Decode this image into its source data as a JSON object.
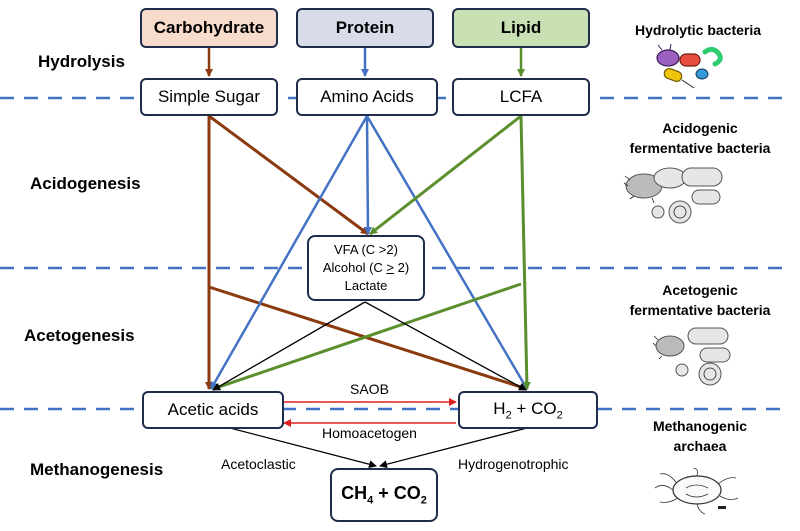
{
  "stages": {
    "hydrolysis": "Hydrolysis",
    "acidogenesis": "Acidogenesis",
    "acetogenesis": "Acetogenesis",
    "methanogenesis": "Methanogenesis"
  },
  "sources": {
    "carbohydrate": "Carbohydrate",
    "protein": "Protein",
    "lipid": "Lipid"
  },
  "monomers": {
    "simple_sugar": "Simple Sugar",
    "amino_acids": "Amino Acids",
    "lcfa": "LCFA"
  },
  "intermediates": {
    "vfa": "VFA (C >2)",
    "alcohol_prefix": "Alcohol (C ",
    "alcohol_op": ">",
    "alcohol_suffix": " 2)",
    "lactate": "Lactate"
  },
  "products": {
    "acetic_acids": "Acetic acids",
    "h2": "H",
    "h2_sub": "2",
    "plus_co2": " + CO",
    "co2_sub": "2",
    "ch4": "CH",
    "ch4_sub": "4",
    "ch4_plus_co2": " + CO",
    "ch4_co2_sub": "2"
  },
  "edge_labels": {
    "saob": "SAOB",
    "homoacetogen": "Homoacetogen",
    "acetoclastic": "Acetoclastic",
    "hydrogenotrophic": "Hydrogenotrophic"
  },
  "microbes": {
    "hydrolytic": "Hydrolytic bacteria",
    "acidogenic_1": "Acidogenic",
    "acidogenic_2": "fermentative bacteria",
    "acetogenic_1": "Acetogenic",
    "acetogenic_2": "fermentative bacteria",
    "methanogenic_1": "Methanogenic",
    "methanogenic_2": "archaea"
  },
  "colors": {
    "carbohydrate_fill": "#f8dccb",
    "protein_fill": "#d7dce8",
    "lipid_fill": "#c9e0b4",
    "carbohydrate_arrow": "#8b3a0f",
    "protein_arrow": "#4472c4",
    "lipid_arrow": "#5b8f2e",
    "dash": "#4472c4",
    "red_arrow": "#e02020"
  }
}
